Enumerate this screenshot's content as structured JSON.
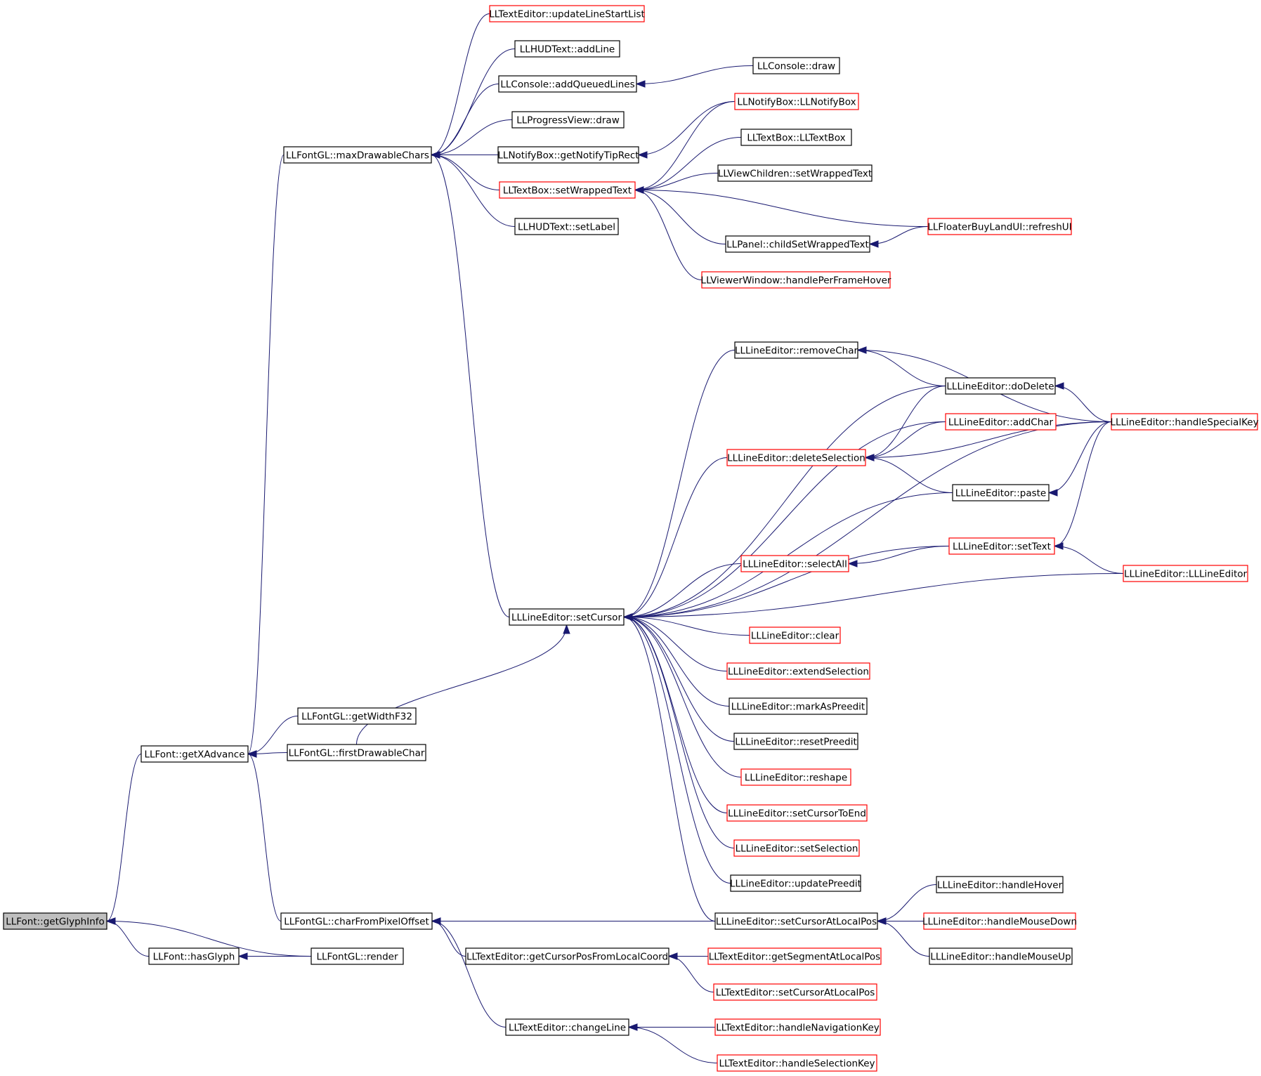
{
  "graph": {
    "type": "caller-graph",
    "colors": {
      "edge": "#191970",
      "normal_border": "#000000",
      "truncated_border": "#ff0000",
      "root_fill": "#bfbfbf"
    },
    "nodes": [
      {
        "id": "getGlyphInfo",
        "label": "LLFont::getGlyphInfo",
        "style": "root"
      },
      {
        "id": "hasGlyph",
        "label": "LLFont::hasGlyph",
        "style": "normal"
      },
      {
        "id": "getXAdvance",
        "label": "LLFont::getXAdvance",
        "style": "normal"
      },
      {
        "id": "render",
        "label": "LLFontGL::render",
        "style": "normal"
      },
      {
        "id": "charFromPixelOffset",
        "label": "LLFontGL::charFromPixelOffset",
        "style": "normal"
      },
      {
        "id": "getWidthF32",
        "label": "LLFontGL::getWidthF32",
        "style": "normal"
      },
      {
        "id": "firstDrawableChar",
        "label": "LLFontGL::firstDrawableChar",
        "style": "normal"
      },
      {
        "id": "maxDrawableChars",
        "label": "LLFontGL::maxDrawableChars",
        "style": "normal"
      },
      {
        "id": "updateLineStartList",
        "label": "LLTextEditor::updateLineStartList",
        "style": "truncated"
      },
      {
        "id": "hudAddLine",
        "label": "LLHUDText::addLine",
        "style": "normal"
      },
      {
        "id": "addQueuedLines",
        "label": "LLConsole::addQueuedLines",
        "style": "normal"
      },
      {
        "id": "consoleDraw",
        "label": "LLConsole::draw",
        "style": "normal"
      },
      {
        "id": "progressDraw",
        "label": "LLProgressView::draw",
        "style": "normal"
      },
      {
        "id": "getNotifyTipRect",
        "label": "LLNotifyBox::getNotifyTipRect",
        "style": "normal"
      },
      {
        "id": "notifyBoxCtor",
        "label": "LLNotifyBox::LLNotifyBox",
        "style": "truncated"
      },
      {
        "id": "tbSetWrappedText",
        "label": "LLTextBox::setWrappedText",
        "style": "truncated"
      },
      {
        "id": "textBoxCtor",
        "label": "LLTextBox::LLTextBox",
        "style": "normal"
      },
      {
        "id": "vcSetWrappedText",
        "label": "LLViewChildren::setWrappedText",
        "style": "normal"
      },
      {
        "id": "refreshUI",
        "label": "LLFloaterBuyLandUI::refreshUI",
        "style": "truncated"
      },
      {
        "id": "hudSetLabel",
        "label": "LLHUDText::setLabel",
        "style": "normal"
      },
      {
        "id": "childSetWrappedText",
        "label": "LLPanel::childSetWrappedText",
        "style": "normal"
      },
      {
        "id": "handlePerFrameHover",
        "label": "LLViewerWindow::handlePerFrameHover",
        "style": "truncated"
      },
      {
        "id": "removeChar",
        "label": "LLLineEditor::removeChar",
        "style": "normal"
      },
      {
        "id": "doDelete",
        "label": "LLLineEditor::doDelete",
        "style": "normal"
      },
      {
        "id": "handleSpecialKey",
        "label": "LLLineEditor::handleSpecialKey",
        "style": "truncated"
      },
      {
        "id": "addChar",
        "label": "LLLineEditor::addChar",
        "style": "truncated"
      },
      {
        "id": "deleteSelection",
        "label": "LLLineEditor::deleteSelection",
        "style": "truncated"
      },
      {
        "id": "paste",
        "label": "LLLineEditor::paste",
        "style": "normal"
      },
      {
        "id": "setText",
        "label": "LLLineEditor::setText",
        "style": "truncated"
      },
      {
        "id": "selectAll",
        "label": "LLLineEditor::selectAll",
        "style": "truncated"
      },
      {
        "id": "lineEditorCtor",
        "label": "LLLineEditor::LLLineEditor",
        "style": "truncated"
      },
      {
        "id": "setCursor",
        "label": "LLLineEditor::setCursor",
        "style": "normal"
      },
      {
        "id": "clear",
        "label": "LLLineEditor::clear",
        "style": "truncated"
      },
      {
        "id": "extendSelection",
        "label": "LLLineEditor::extendSelection",
        "style": "truncated"
      },
      {
        "id": "markAsPreedit",
        "label": "LLLineEditor::markAsPreedit",
        "style": "normal"
      },
      {
        "id": "resetPreedit",
        "label": "LLLineEditor::resetPreedit",
        "style": "normal"
      },
      {
        "id": "reshape",
        "label": "LLLineEditor::reshape",
        "style": "truncated"
      },
      {
        "id": "setCursorToEnd",
        "label": "LLLineEditor::setCursorToEnd",
        "style": "truncated"
      },
      {
        "id": "setSelection",
        "label": "LLLineEditor::setSelection",
        "style": "truncated"
      },
      {
        "id": "updatePreedit",
        "label": "LLLineEditor::updatePreedit",
        "style": "normal"
      },
      {
        "id": "leSetCursorAtLocalPos",
        "label": "LLLineEditor::setCursorAtLocalPos",
        "style": "normal"
      },
      {
        "id": "handleHover",
        "label": "LLLineEditor::handleHover",
        "style": "normal"
      },
      {
        "id": "handleMouseDown",
        "label": "LLLineEditor::handleMouseDown",
        "style": "truncated"
      },
      {
        "id": "handleMouseUp",
        "label": "LLLineEditor::handleMouseUp",
        "style": "normal"
      },
      {
        "id": "getCursorPosFromLocalCoord",
        "label": "LLTextEditor::getCursorPosFromLocalCoord",
        "style": "normal"
      },
      {
        "id": "getSegmentAtLocalPos",
        "label": "LLTextEditor::getSegmentAtLocalPos",
        "style": "truncated"
      },
      {
        "id": "teSetCursorAtLocalPos",
        "label": "LLTextEditor::setCursorAtLocalPos",
        "style": "truncated"
      },
      {
        "id": "changeLine",
        "label": "LLTextEditor::changeLine",
        "style": "normal"
      },
      {
        "id": "handleNavigationKey",
        "label": "LLTextEditor::handleNavigationKey",
        "style": "truncated"
      },
      {
        "id": "handleSelectionKey",
        "label": "LLTextEditor::handleSelectionKey",
        "style": "truncated"
      }
    ],
    "edges": [
      [
        "hasGlyph",
        "getGlyphInfo"
      ],
      [
        "render",
        "getGlyphInfo"
      ],
      [
        "getXAdvance",
        "getGlyphInfo"
      ],
      [
        "render",
        "hasGlyph"
      ],
      [
        "getWidthF32",
        "getXAdvance"
      ],
      [
        "firstDrawableChar",
        "getXAdvance"
      ],
      [
        "maxDrawableChars",
        "getXAdvance"
      ],
      [
        "charFromPixelOffset",
        "getXAdvance"
      ],
      [
        "updateLineStartList",
        "maxDrawableChars"
      ],
      [
        "hudAddLine",
        "maxDrawableChars"
      ],
      [
        "addQueuedLines",
        "maxDrawableChars"
      ],
      [
        "progressDraw",
        "maxDrawableChars"
      ],
      [
        "getNotifyTipRect",
        "maxDrawableChars"
      ],
      [
        "tbSetWrappedText",
        "maxDrawableChars"
      ],
      [
        "hudSetLabel",
        "maxDrawableChars"
      ],
      [
        "setCursor",
        "maxDrawableChars"
      ],
      [
        "consoleDraw",
        "addQueuedLines"
      ],
      [
        "notifyBoxCtor",
        "getNotifyTipRect"
      ],
      [
        "notifyBoxCtor",
        "tbSetWrappedText"
      ],
      [
        "textBoxCtor",
        "tbSetWrappedText"
      ],
      [
        "vcSetWrappedText",
        "tbSetWrappedText"
      ],
      [
        "refreshUI",
        "tbSetWrappedText"
      ],
      [
        "childSetWrappedText",
        "tbSetWrappedText"
      ],
      [
        "handlePerFrameHover",
        "tbSetWrappedText"
      ],
      [
        "refreshUI",
        "childSetWrappedText"
      ],
      [
        "firstDrawableChar",
        "setCursor"
      ],
      [
        "removeChar",
        "setCursor"
      ],
      [
        "doDelete",
        "setCursor"
      ],
      [
        "handleSpecialKey",
        "setCursor"
      ],
      [
        "addChar",
        "setCursor"
      ],
      [
        "deleteSelection",
        "setCursor"
      ],
      [
        "paste",
        "setCursor"
      ],
      [
        "setText",
        "setCursor"
      ],
      [
        "selectAll",
        "setCursor"
      ],
      [
        "lineEditorCtor",
        "setCursor"
      ],
      [
        "clear",
        "setCursor"
      ],
      [
        "extendSelection",
        "setCursor"
      ],
      [
        "markAsPreedit",
        "setCursor"
      ],
      [
        "resetPreedit",
        "setCursor"
      ],
      [
        "reshape",
        "setCursor"
      ],
      [
        "setCursorToEnd",
        "setCursor"
      ],
      [
        "setSelection",
        "setCursor"
      ],
      [
        "updatePreedit",
        "setCursor"
      ],
      [
        "leSetCursorAtLocalPos",
        "setCursor"
      ],
      [
        "doDelete",
        "removeChar"
      ],
      [
        "handleSpecialKey",
        "removeChar"
      ],
      [
        "handleSpecialKey",
        "doDelete"
      ],
      [
        "doDelete",
        "deleteSelection"
      ],
      [
        "addChar",
        "deleteSelection"
      ],
      [
        "paste",
        "deleteSelection"
      ],
      [
        "handleSpecialKey",
        "deleteSelection"
      ],
      [
        "handleSpecialKey",
        "paste"
      ],
      [
        "handleSpecialKey",
        "setText"
      ],
      [
        "setText",
        "selectAll"
      ],
      [
        "lineEditorCtor",
        "setText"
      ],
      [
        "leSetCursorAtLocalPos",
        "charFromPixelOffset"
      ],
      [
        "handleHover",
        "leSetCursorAtLocalPos"
      ],
      [
        "handleMouseDown",
        "leSetCursorAtLocalPos"
      ],
      [
        "handleMouseUp",
        "leSetCursorAtLocalPos"
      ],
      [
        "getCursorPosFromLocalCoord",
        "charFromPixelOffset"
      ],
      [
        "changeLine",
        "charFromPixelOffset"
      ],
      [
        "getSegmentAtLocalPos",
        "getCursorPosFromLocalCoord"
      ],
      [
        "teSetCursorAtLocalPos",
        "getCursorPosFromLocalCoord"
      ],
      [
        "handleNavigationKey",
        "changeLine"
      ],
      [
        "handleSelectionKey",
        "changeLine"
      ]
    ]
  }
}
